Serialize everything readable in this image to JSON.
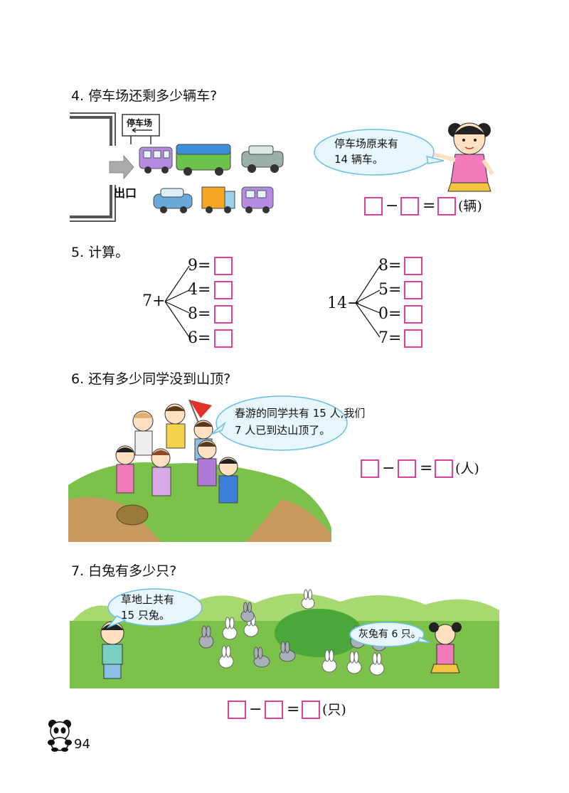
{
  "q4": {
    "title": "4. 停车场还剩多少辆车?",
    "sign": "停车场",
    "exit": "出口",
    "speech": [
      "停车场原来有",
      "14 辆车。"
    ],
    "minus": "−",
    "equals": "=",
    "unit": "(辆)"
  },
  "q5": {
    "title": "5. 计算。",
    "left_base": "7+",
    "left_terms": [
      "9=",
      "4=",
      "8=",
      "6="
    ],
    "right_base": "14−",
    "right_terms": [
      "8=",
      "5=",
      "0=",
      "7="
    ]
  },
  "q6": {
    "title": "6. 还有多少同学没到山顶?",
    "speech": [
      "春游的同学共有 15 人,我们",
      "7 人已到达山顶了。"
    ],
    "minus": "−",
    "equals": "=",
    "unit": "(人)"
  },
  "q7": {
    "title": "7. 白兔有多少只?",
    "speech_left": [
      "草地上共有",
      "15 只兔。"
    ],
    "speech_right": "灰兔有 6 只。",
    "minus": "−",
    "equals": "=",
    "unit": "(只)"
  },
  "footer": {
    "page_number": "94",
    "mascot_icon": "panda-icon"
  },
  "colors": {
    "answer_box": "#e0409c",
    "bubble_fill": "#e6f6fb",
    "bubble_stroke": "#6bbfe0",
    "grass": "#7cc24a"
  }
}
